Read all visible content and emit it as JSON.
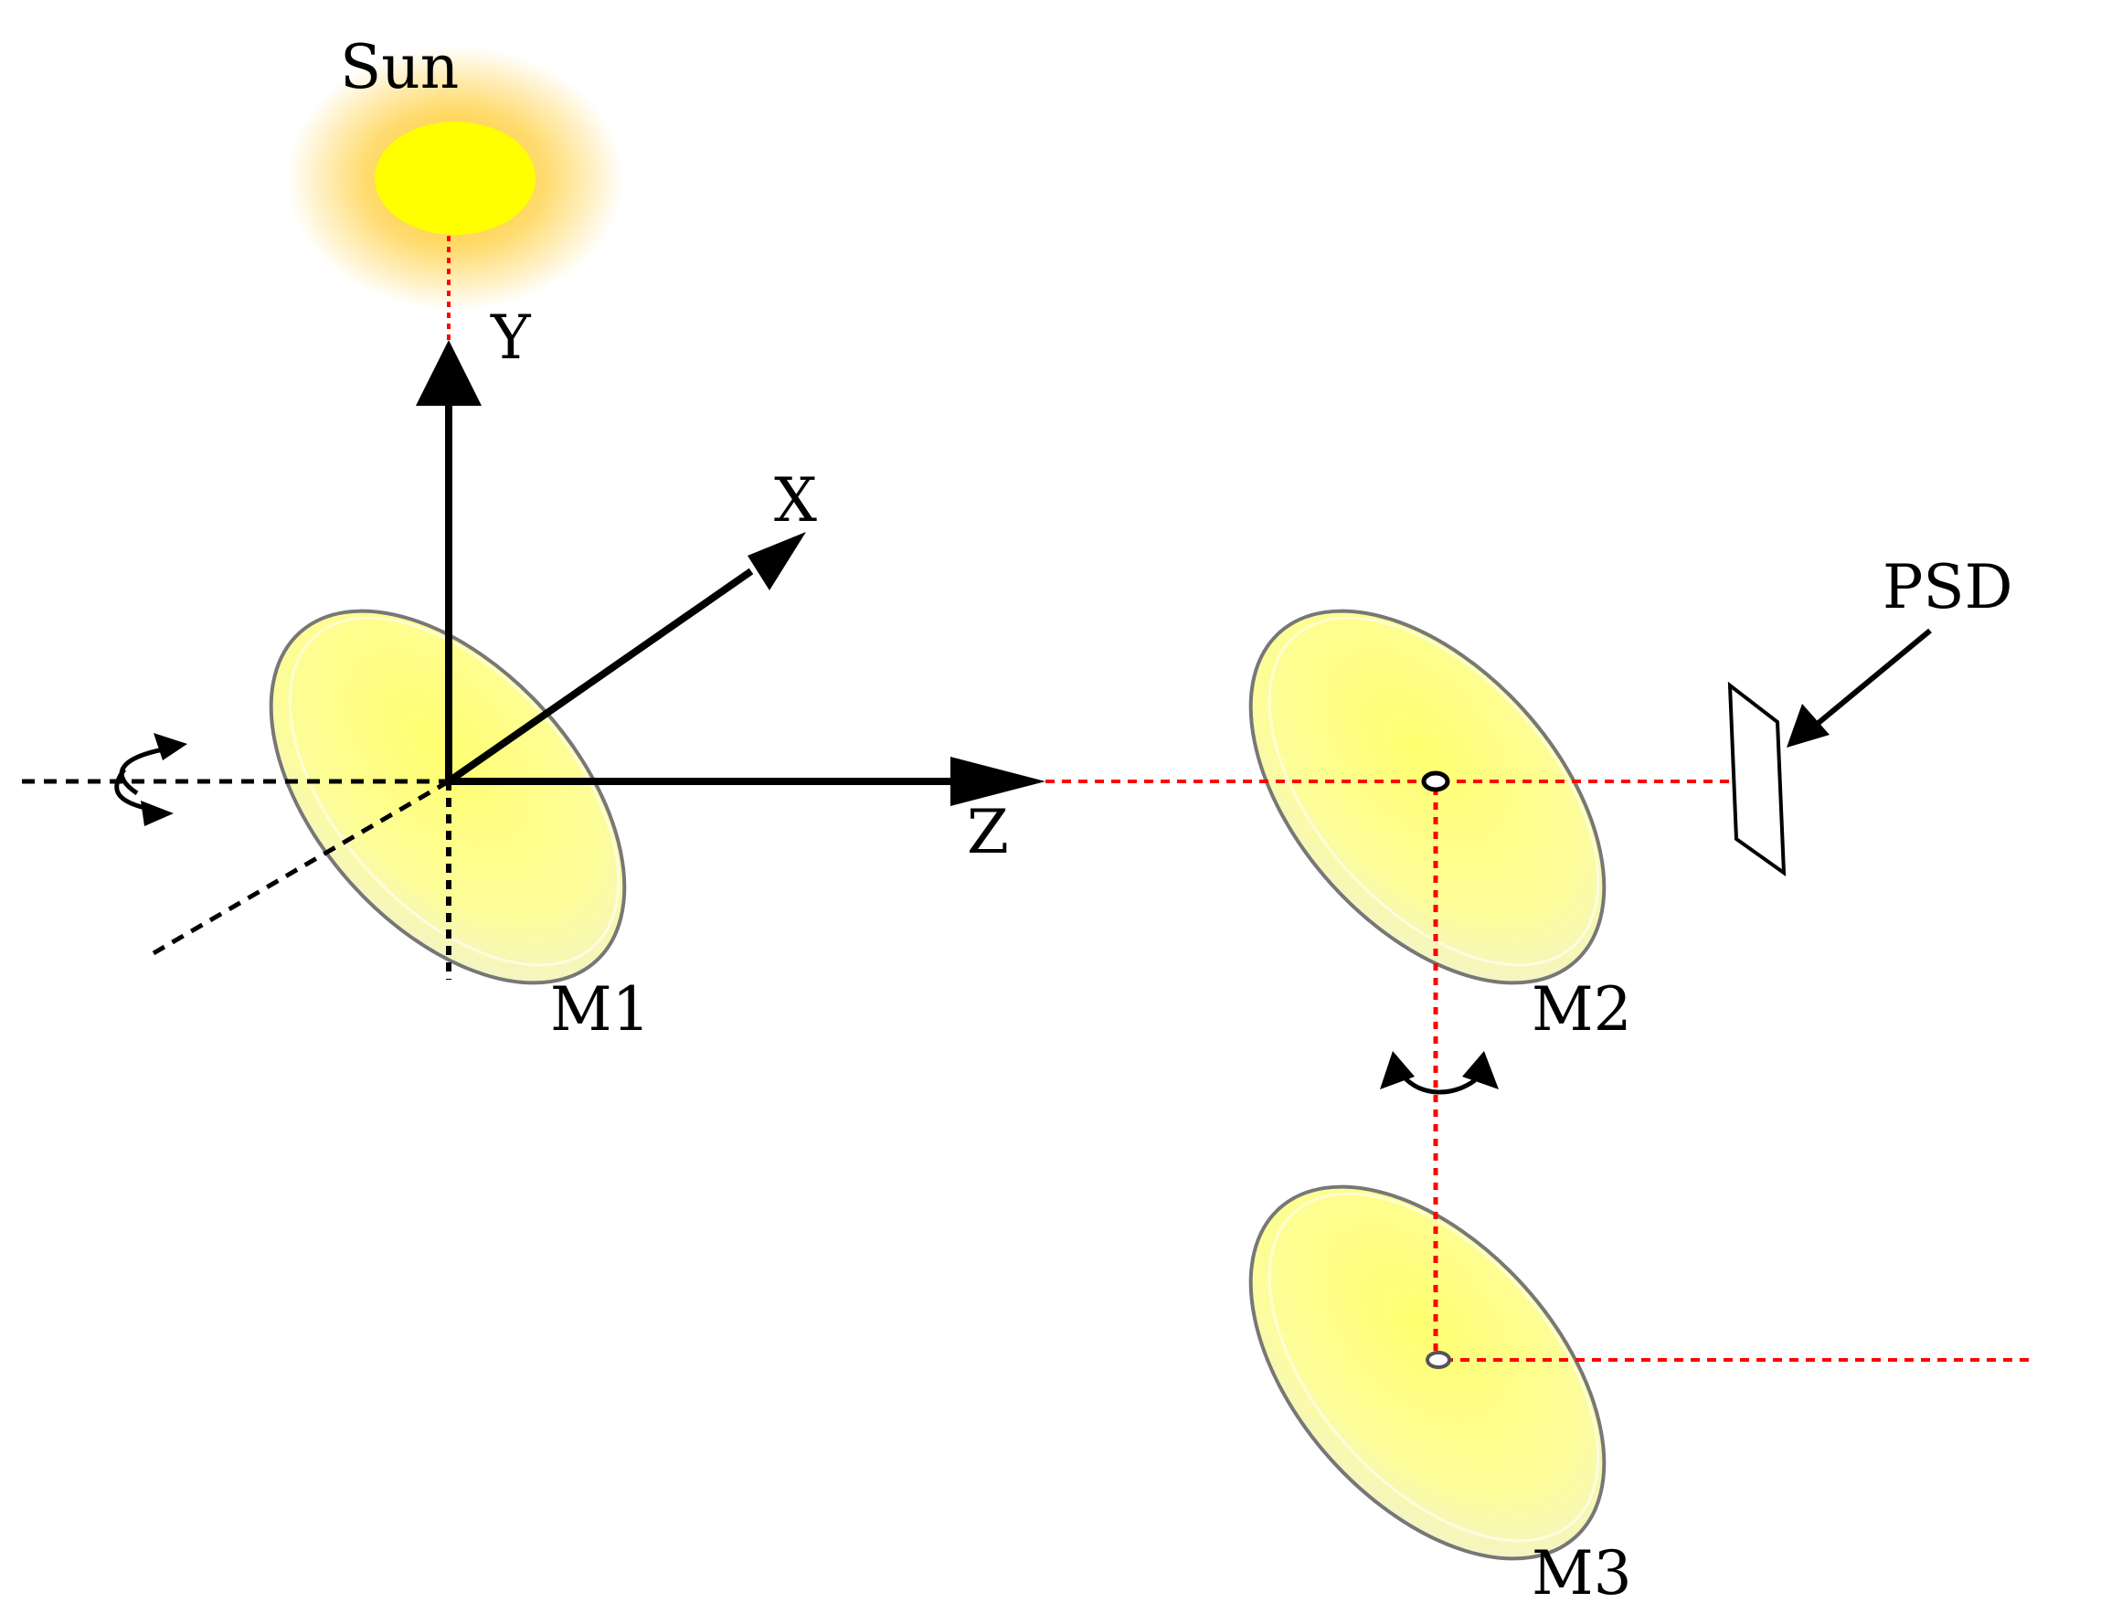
{
  "labels": {
    "sun": "Sun",
    "axis_y": "Y",
    "axis_x": "X",
    "axis_z": "Z",
    "mirror_1": "M1",
    "mirror_2": "M2",
    "mirror_3": "M3",
    "detector": "PSD"
  },
  "colors": {
    "sun": "#ffff00",
    "sun_glow": "#ffc000",
    "mirror_fill": "#ffff88",
    "light_path": "#ff0000",
    "axes": "#000000"
  }
}
